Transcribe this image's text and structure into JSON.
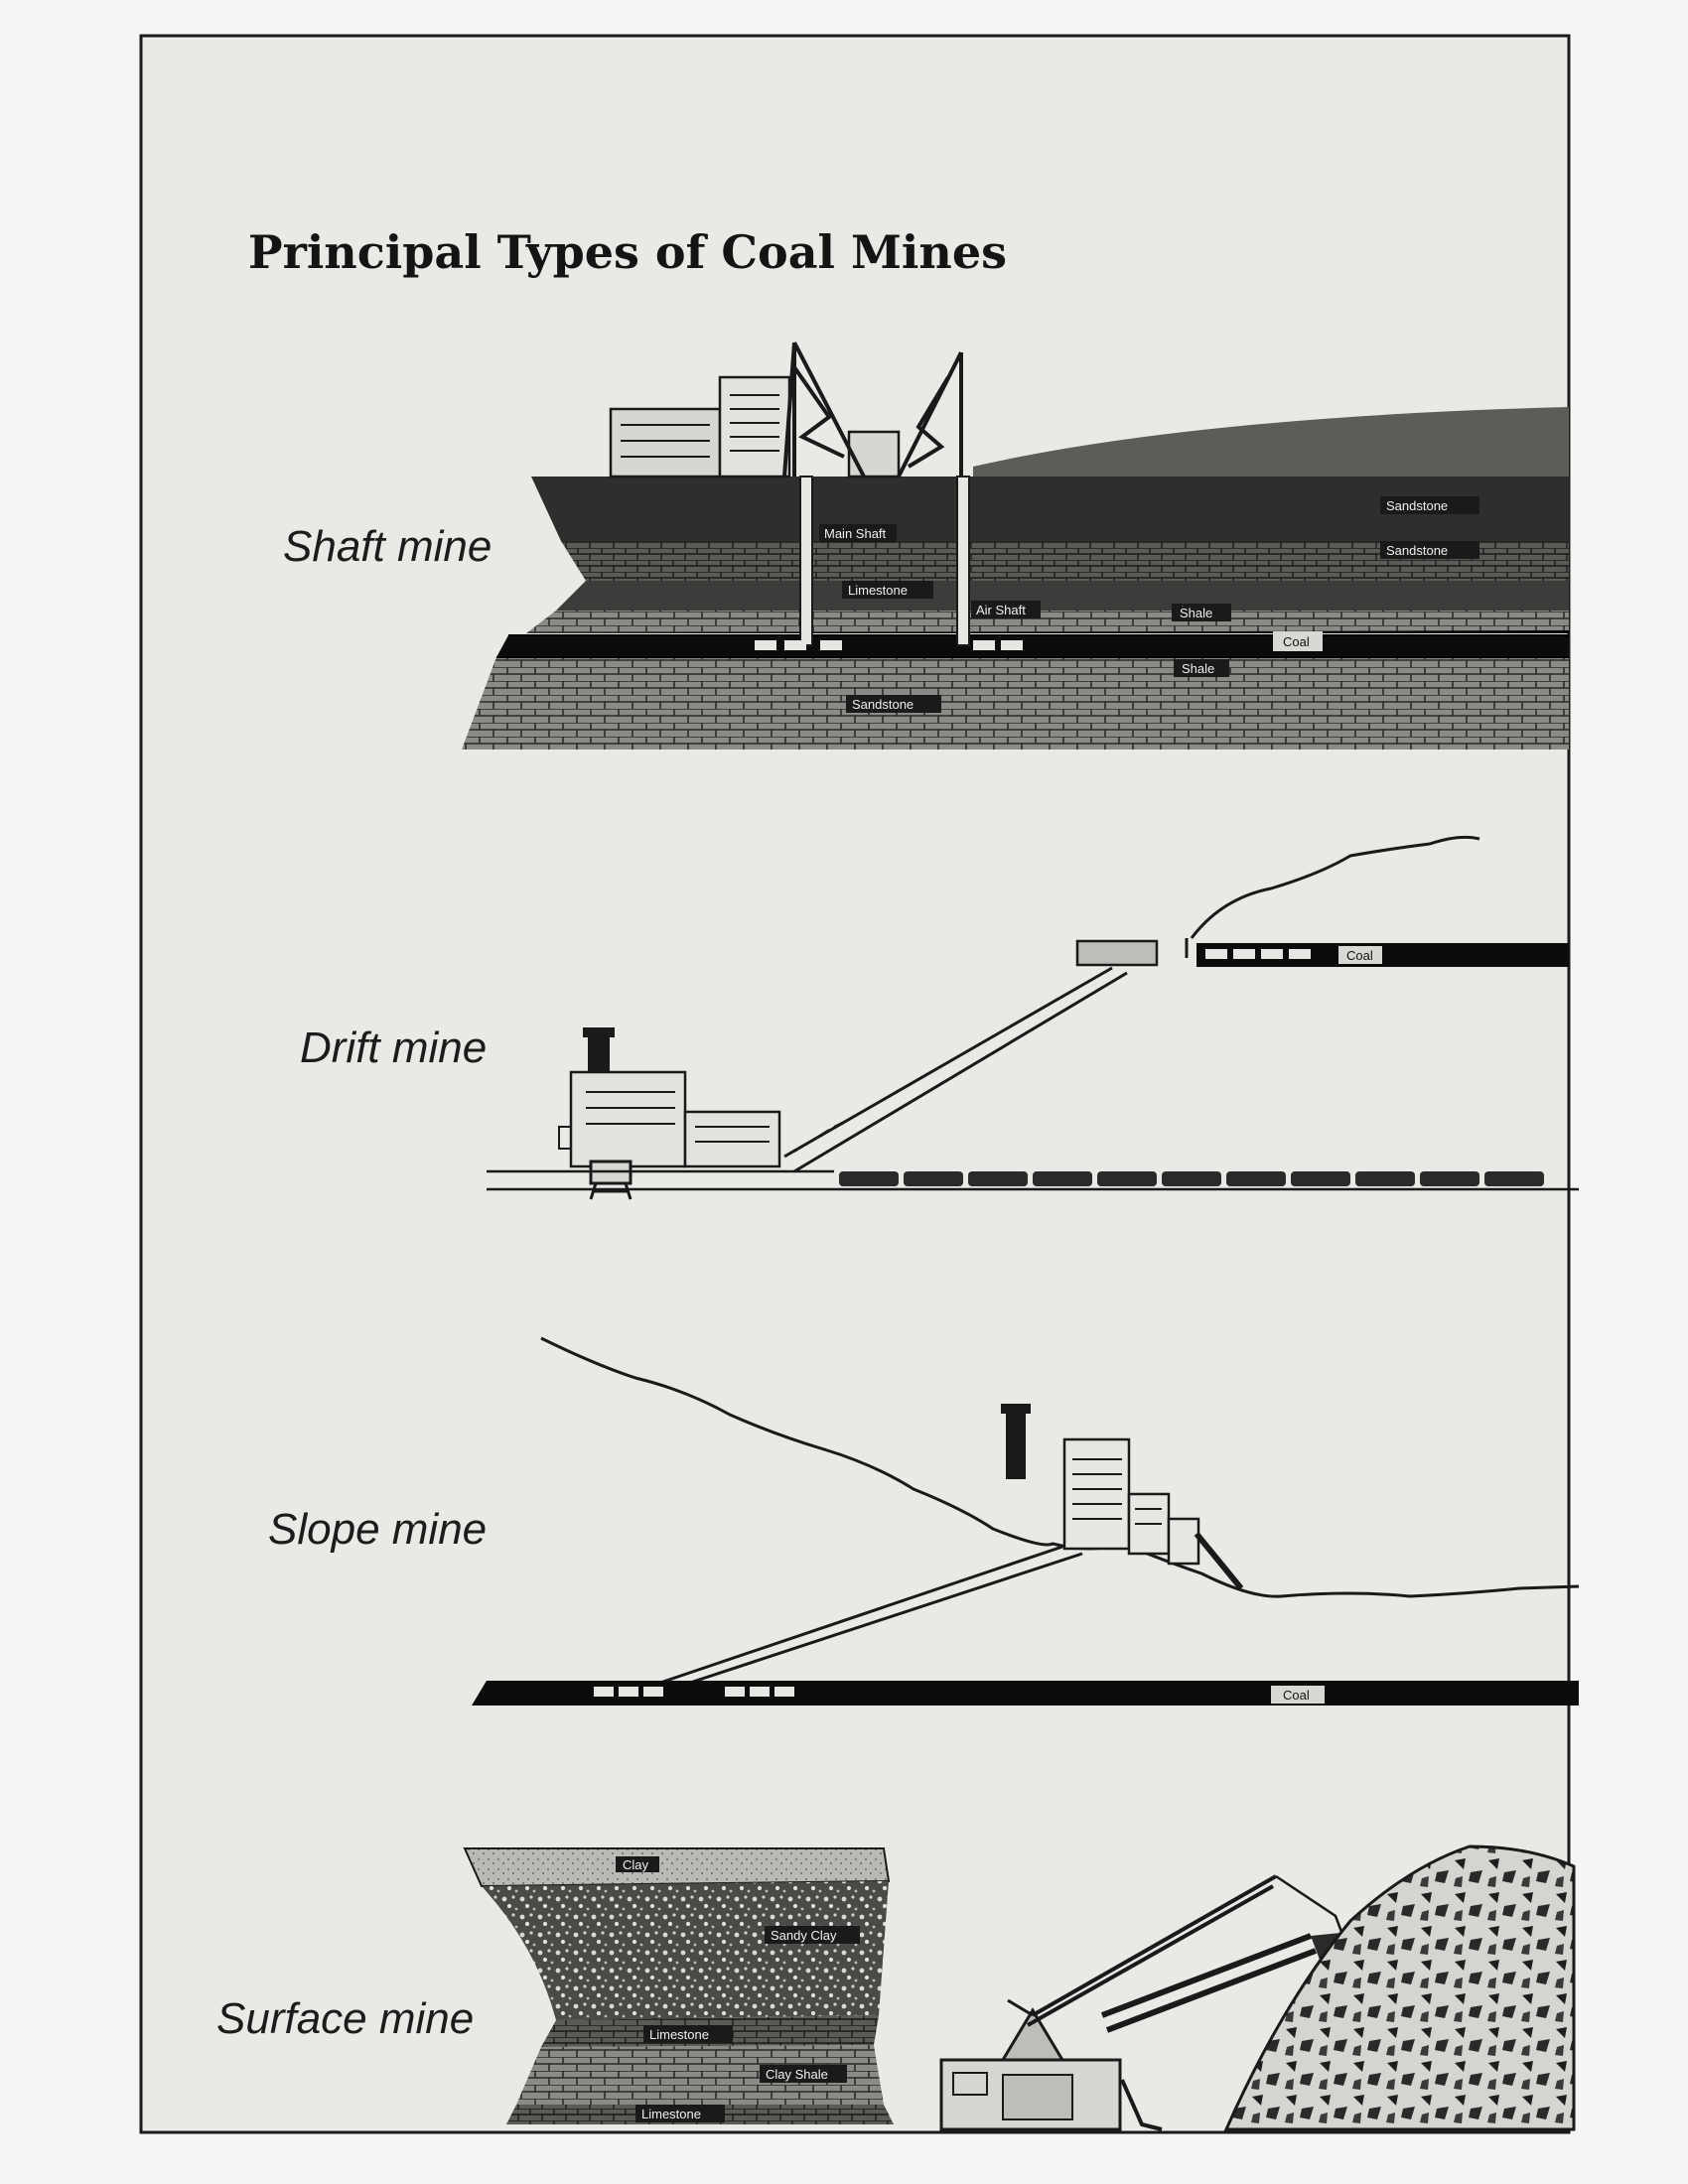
{
  "title": "Principal Types of Coal Mines",
  "sections": {
    "shaft": {
      "caption": "Shaft mine",
      "labels": [
        "Sandstone",
        "Main Shaft",
        "Sandstone",
        "Limestone",
        "Air Shaft",
        "Shale",
        "Coal",
        "Shale",
        "Sandstone"
      ]
    },
    "drift": {
      "caption": "Drift mine",
      "labels": [
        "Coal"
      ]
    },
    "slope": {
      "caption": "Slope mine",
      "labels": [
        "Coal"
      ]
    },
    "surface": {
      "caption": "Surface mine",
      "labels": [
        "Clay",
        "Sandy Clay",
        "Limestone",
        "Clay Shale",
        "Limestone"
      ]
    }
  },
  "colors": {
    "ink": "#141414",
    "paper": "#ebebe8",
    "rock": "#7a7a76",
    "coal": "#0c0c0c"
  }
}
